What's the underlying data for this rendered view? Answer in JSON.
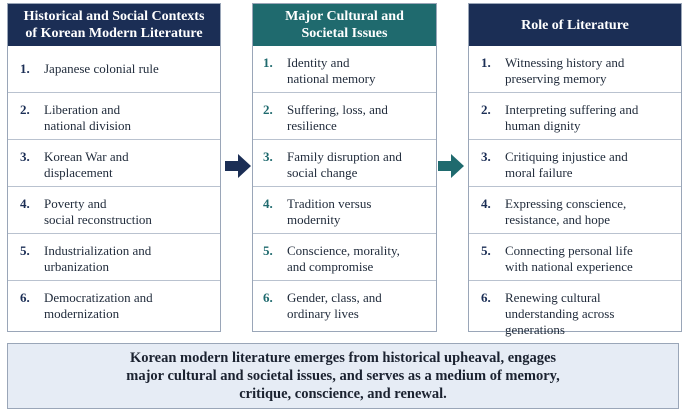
{
  "columns": [
    {
      "title": "Historical and Social Contexts\nof Korean Modern Literature",
      "items": [
        {
          "num": "1.",
          "text": "Japanese colonial rule"
        },
        {
          "num": "2.",
          "text": "Liberation and\nnational division"
        },
        {
          "num": "3.",
          "text": "Korean War and\ndisplacement"
        },
        {
          "num": "4.",
          "text": "Poverty and\nsocial reconstruction"
        },
        {
          "num": "5.",
          "text": "Industrialization and\nurbanization"
        },
        {
          "num": "6.",
          "text": "Democratization and\nmodernization"
        }
      ]
    },
    {
      "title": "Major Cultural and\nSocietal Issues",
      "items": [
        {
          "num": "1.",
          "text": "Identity and\nnational memory"
        },
        {
          "num": "2.",
          "text": "Suffering, loss, and\nresilience"
        },
        {
          "num": "3.",
          "text": "Family disruption and\nsocial change"
        },
        {
          "num": "4.",
          "text": "Tradition versus\nmodernity"
        },
        {
          "num": "5.",
          "text": "Conscience, morality,\nand compromise"
        },
        {
          "num": "6.",
          "text": "Gender, class, and\nordinary lives"
        }
      ]
    },
    {
      "title": "Role of Literature",
      "items": [
        {
          "num": "1.",
          "text": "Witnessing history and\npreserving memory"
        },
        {
          "num": "2.",
          "text": "Interpreting suffering and\nhuman dignity"
        },
        {
          "num": "3.",
          "text": "Critiquing injustice and\nmoral failure"
        },
        {
          "num": "4.",
          "text": "Expressing conscience,\nresistance, and hope"
        },
        {
          "num": "5.",
          "text": "Connecting personal life\nwith national experience"
        },
        {
          "num": "6.",
          "text": "Renewing cultural\nunderstanding across\ngenerations"
        }
      ]
    }
  ],
  "arrows": [
    {
      "icon": "right-arrow-icon",
      "color": "#1b2e55"
    },
    {
      "icon": "right-arrow-icon",
      "color": "#1f6a6e"
    }
  ],
  "summary": "Korean modern literature emerges from historical upheaval, engages\nmajor cultural and societal issues, and serves as a medium of memory,\ncritique, conscience, and renewal.",
  "colors": {
    "navy": "#1b2e55",
    "teal": "#1f6a6e",
    "summary_bg": "#e6ecf5"
  }
}
